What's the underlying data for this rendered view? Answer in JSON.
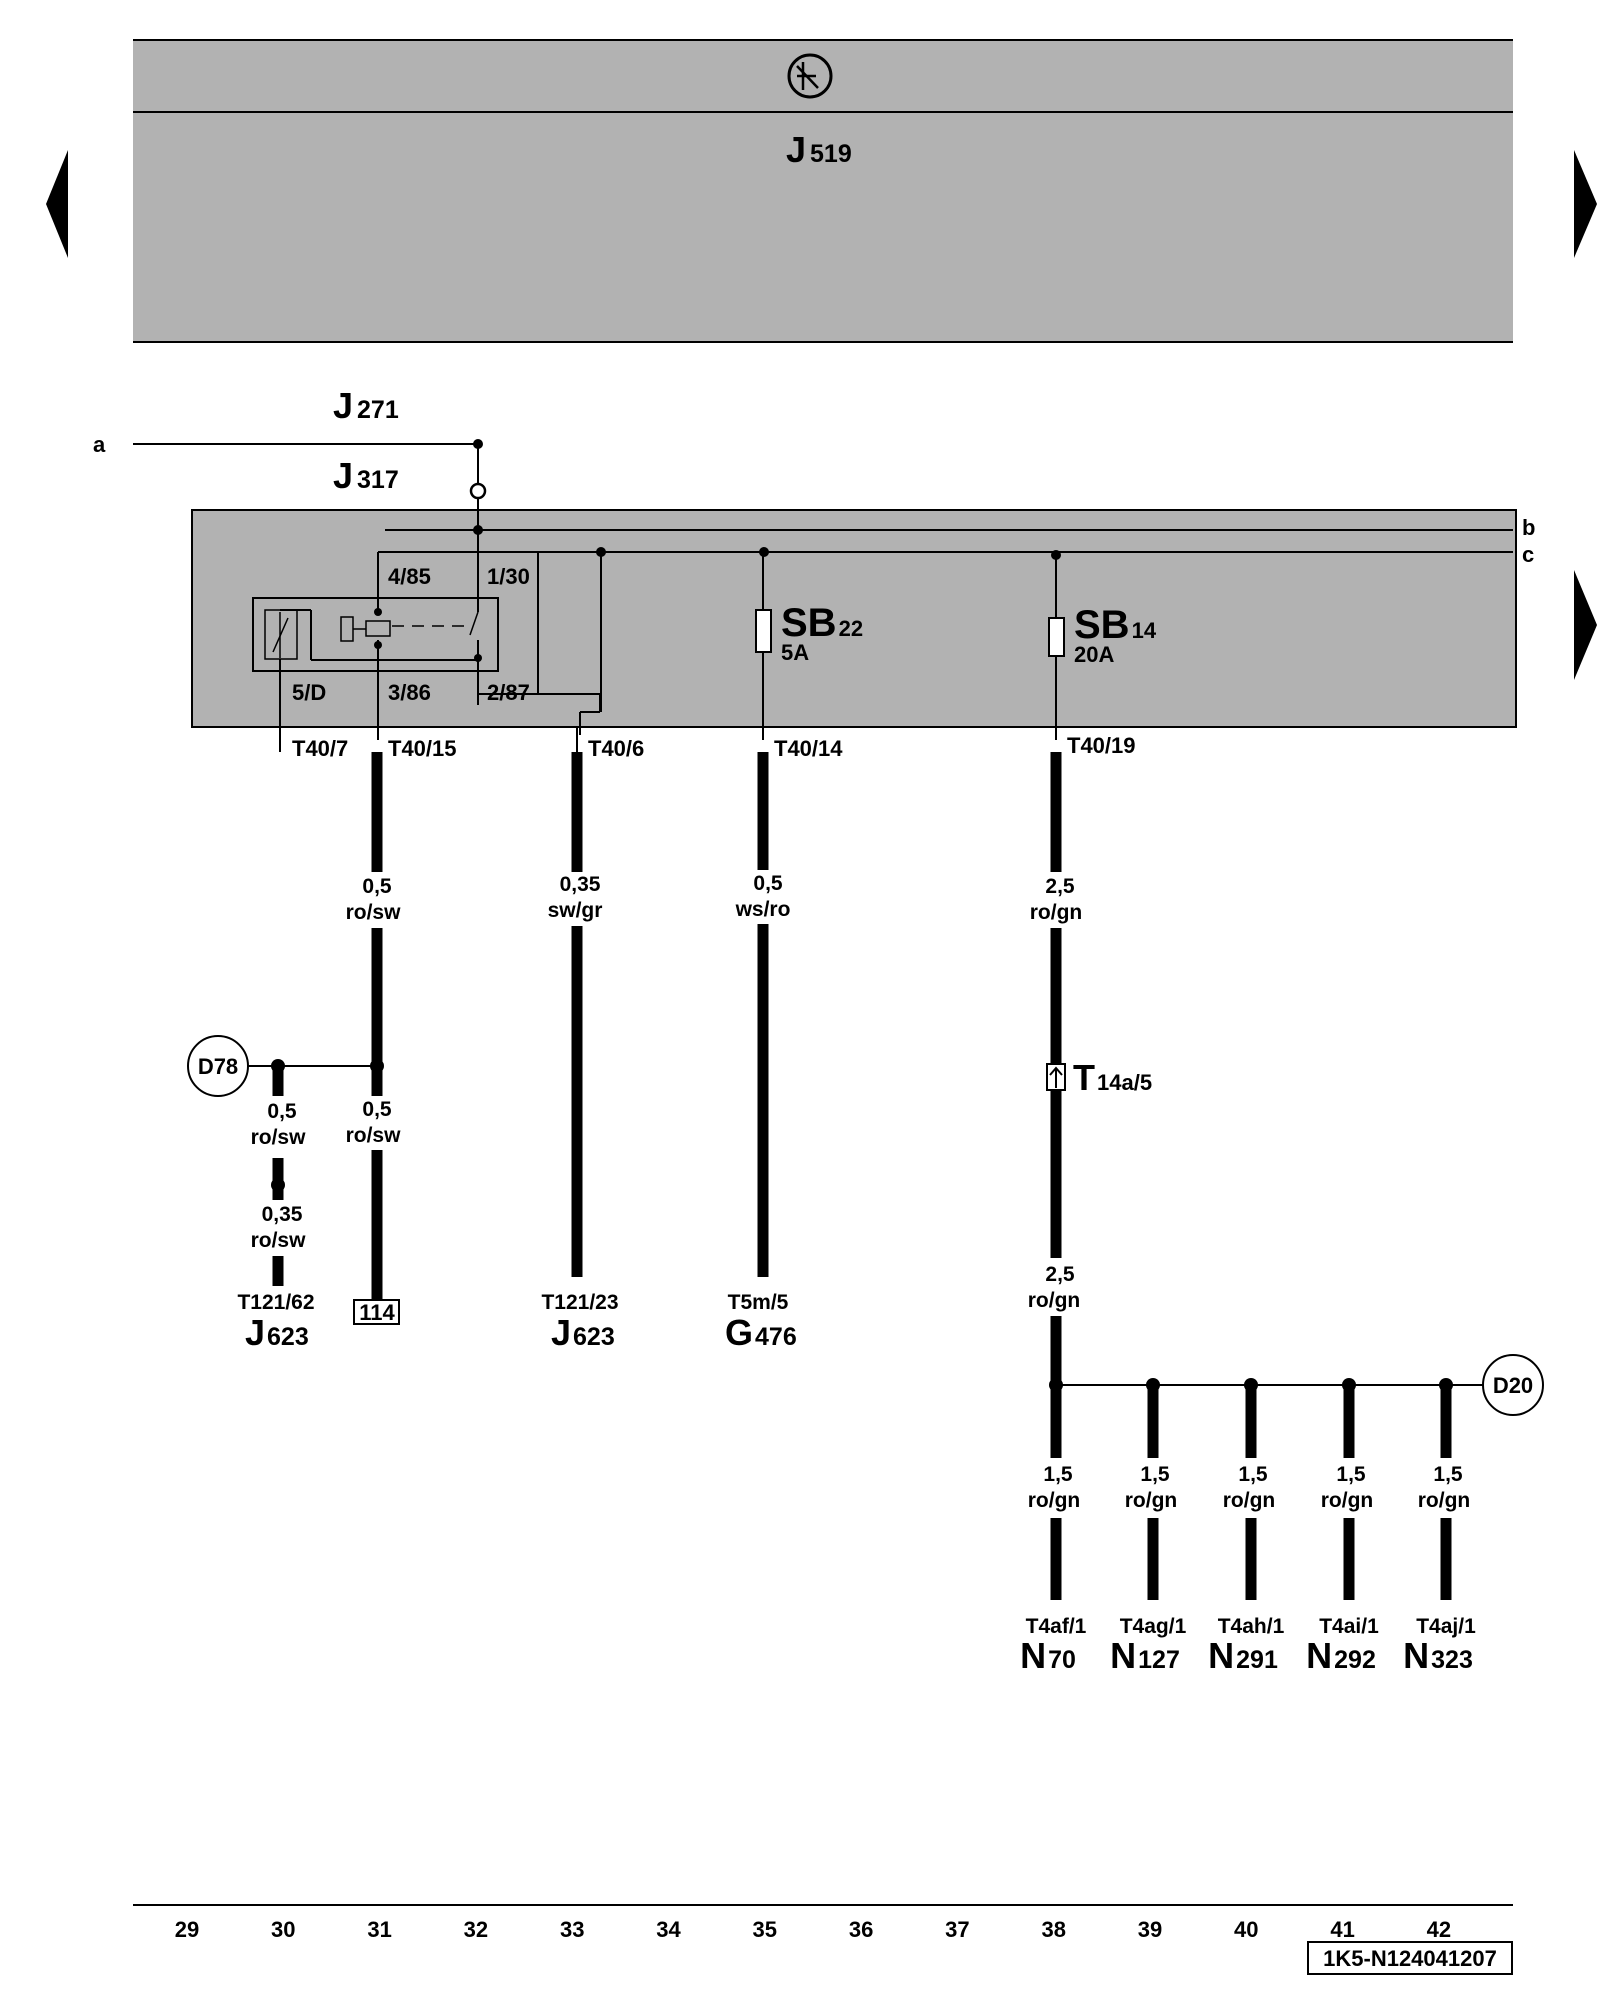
{
  "colors": {
    "module_fill": "#b2b2b2",
    "wire": "#000000",
    "background": "#ffffff"
  },
  "icons": {
    "earth_symbol": "ground-symbol-icon",
    "nav_prev": "triangle-left-icon",
    "nav_next": "triangle-right-icon"
  },
  "top_module": {
    "name": "J",
    "subscript": "519"
  },
  "relays": {
    "j271": {
      "name": "J",
      "subscript": "271"
    },
    "j317": {
      "name": "J",
      "subscript": "317"
    }
  },
  "wire_letters": {
    "a": "a",
    "b": "b",
    "c": "c"
  },
  "relay_pins": {
    "p485": "4/85",
    "p130": "1/30",
    "p5d": "5/D",
    "p386": "3/86",
    "p287": "2/87"
  },
  "fuses": [
    {
      "name": "SB",
      "subscript": "22",
      "rating": "5A"
    },
    {
      "name": "SB",
      "subscript": "14",
      "rating": "20A"
    }
  ],
  "connectors_t40": [
    "T40/7",
    "T40/15",
    "T40/6",
    "T40/14",
    "T40/19"
  ],
  "wires": {
    "w31": {
      "size": "0,5",
      "color": "ro/sw"
    },
    "w33": {
      "size": "0,35",
      "color": "sw/gr"
    },
    "w35": {
      "size": "0,5",
      "color": "ws/ro"
    },
    "w38a": {
      "size": "2,5",
      "color": "ro/gn"
    },
    "w38b": {
      "size": "2,5",
      "color": "ro/gn"
    },
    "w30a": {
      "size": "0,5",
      "color": "ro/sw"
    },
    "w30b": {
      "size": "0,35",
      "color": "ro/sw"
    },
    "w31b": {
      "size": "0,5",
      "color": "ro/sw"
    }
  },
  "connections": {
    "d78": "D78",
    "d20": "D20",
    "ref114": "114"
  },
  "inline_connector": {
    "name": "T",
    "subscript": "14a/5"
  },
  "bottom_components": [
    {
      "pin": "T121/62",
      "name": "J",
      "subscript": "623"
    },
    {
      "pin": "T121/23",
      "name": "J",
      "subscript": "623"
    },
    {
      "pin": "T5m/5",
      "name": "G",
      "subscript": "476"
    }
  ],
  "branches": [
    {
      "size": "1,5",
      "color": "ro/gn",
      "pin": "T4af/1",
      "name": "N",
      "subscript": "70"
    },
    {
      "size": "1,5",
      "color": "ro/gn",
      "pin": "T4ag/1",
      "name": "N",
      "subscript": "127"
    },
    {
      "size": "1,5",
      "color": "ro/gn",
      "pin": "T4ah/1",
      "name": "N",
      "subscript": "291"
    },
    {
      "size": "1,5",
      "color": "ro/gn",
      "pin": "T4ai/1",
      "name": "N",
      "subscript": "292"
    },
    {
      "size": "1,5",
      "color": "ro/gn",
      "pin": "T4aj/1",
      "name": "N",
      "subscript": "323"
    }
  ],
  "grid_numbers": [
    "29",
    "30",
    "31",
    "32",
    "33",
    "34",
    "35",
    "36",
    "37",
    "38",
    "39",
    "40",
    "41",
    "42"
  ],
  "drawing_id": "1K5-N124041207"
}
